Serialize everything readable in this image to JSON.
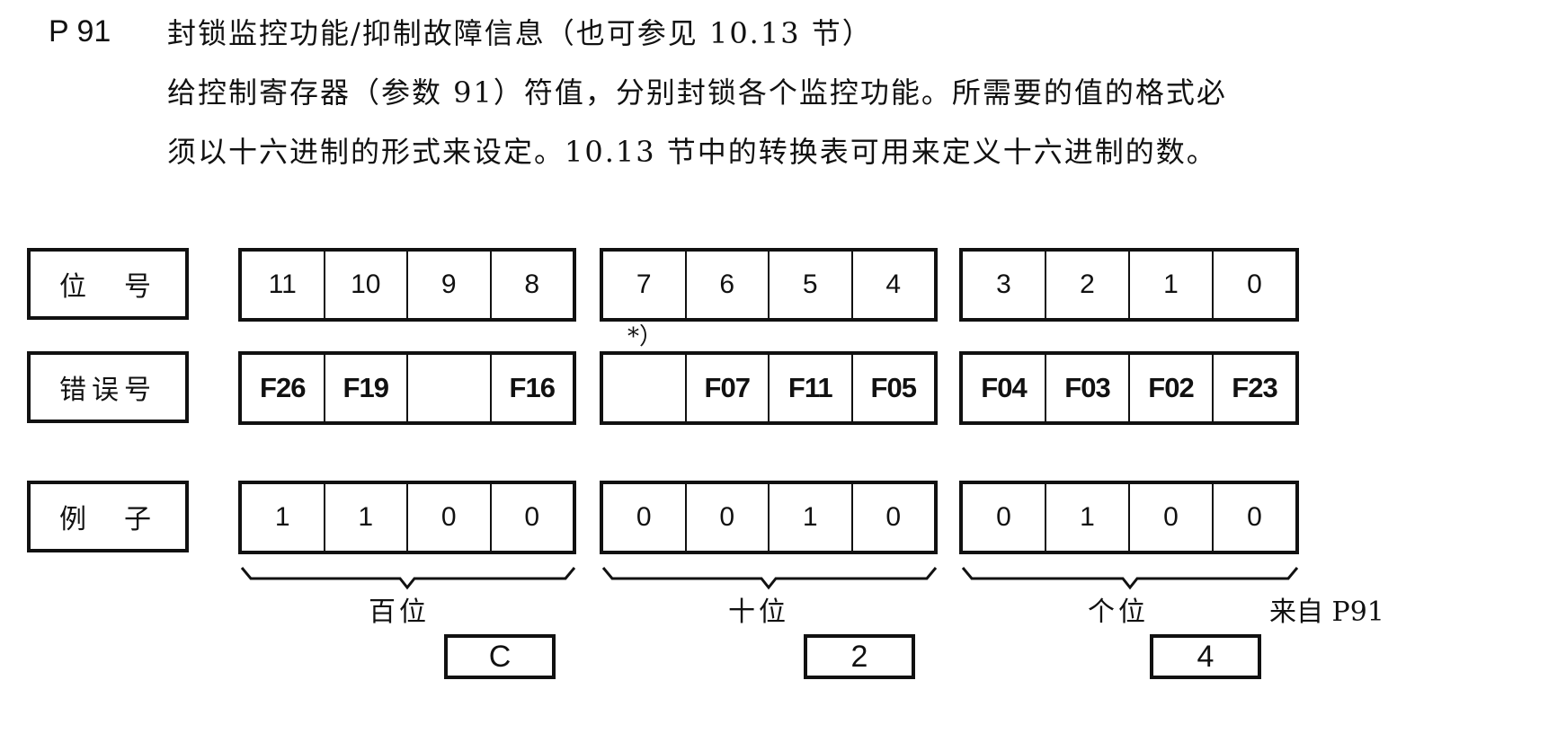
{
  "header": {
    "param_id": "P 91",
    "title": "封锁监控功能/抑制故障信息（也可参见 10.13 节）",
    "description_line_1": "给控制寄存器（参数 91）符值，分别封锁各个监控功能。所需要的值的格式必",
    "description_line_2": "须以十六进制的形式来设定。10.13 节中的转换表可用来定义十六进制的数。"
  },
  "rows": {
    "bit_number": {
      "label": "位　号",
      "groups": [
        [
          "11",
          "10",
          "9",
          "8"
        ],
        [
          "7",
          "6",
          "5",
          "4"
        ],
        [
          "3",
          "2",
          "1",
          "0"
        ]
      ]
    },
    "error_number": {
      "label": "错误号",
      "groups": [
        [
          "F26",
          "F19",
          "",
          "F16"
        ],
        [
          "",
          "F07",
          "F11",
          "F05"
        ],
        [
          "F04",
          "F03",
          "F02",
          "F23"
        ]
      ]
    },
    "example": {
      "label": "例　子",
      "groups": [
        [
          "1",
          "1",
          "0",
          "0"
        ],
        [
          "0",
          "0",
          "1",
          "0"
        ],
        [
          "0",
          "1",
          "0",
          "0"
        ]
      ]
    }
  },
  "footnote_marker": "*）",
  "digits": [
    {
      "label": "百位",
      "hex_value": "C"
    },
    {
      "label": "十位",
      "hex_value": "2"
    },
    {
      "label": "个位",
      "hex_value": "4"
    }
  ],
  "source_label": "来自 P91"
}
